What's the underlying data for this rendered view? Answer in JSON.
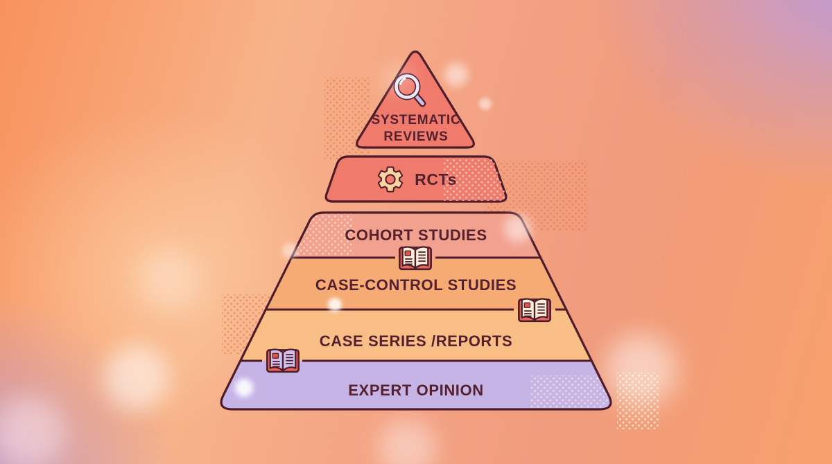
{
  "pyramid": {
    "levels": [
      {
        "id": "systematic-reviews",
        "label": "SYSTEMATIC\nREVIEWS",
        "icon": "magnifier-icon",
        "fill": "#F07A6B"
      },
      {
        "id": "rcts",
        "label": "RCTs",
        "icon": "gear-icon",
        "fill": "#F07A6B"
      },
      {
        "id": "cohort-studies",
        "label": "COHORT STUDIES",
        "fill": "#F2A18E"
      },
      {
        "id": "case-control-studies",
        "label": "CASE-CONTROL STUDIES",
        "fill": "#F6AB75"
      },
      {
        "id": "case-series-reports",
        "label": "CASE SERIES /REPORTS",
        "fill": "#F9BE86"
      },
      {
        "id": "expert-opinion",
        "label": "EXPERT OPINION",
        "fill": "#C6B4E7"
      }
    ],
    "outline_color": "#4D1C2A",
    "label_color": "#54202E",
    "divider_color": "#4D1C2A",
    "marker_icons": [
      {
        "id": "book-cohort-case-control",
        "type": "open-book-icon",
        "page_color": "#FBEFD9"
      },
      {
        "id": "book-case-control-case-series",
        "type": "open-book-icon",
        "page_color": "#FBEFD9"
      },
      {
        "id": "book-case-series-expert",
        "type": "open-book-icon",
        "page_color": "#CFC1EC"
      }
    ]
  },
  "background": {
    "top_left": "#F8925C",
    "top_right": "#B79AE3",
    "bottom_left": "#B49EE2",
    "bottom_right": "#F8A06B"
  }
}
